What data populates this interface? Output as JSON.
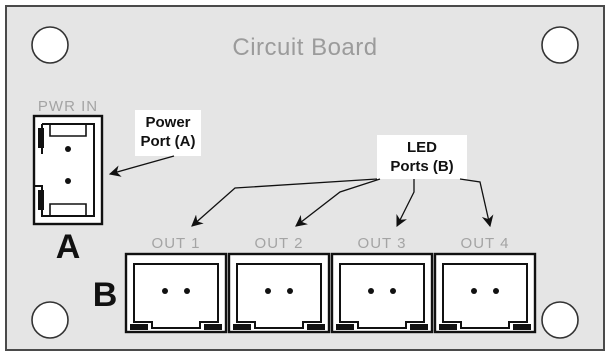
{
  "board": {
    "title": "Circuit Board",
    "fill_color": "#e5e5e5",
    "border_color": "#4a4a4a"
  },
  "power_connector": {
    "silk_label": "PWR IN",
    "letter": "A",
    "pins": 2
  },
  "output_connectors": {
    "letter": "B",
    "items": [
      {
        "silk_label": "OUT 1",
        "pins": 2
      },
      {
        "silk_label": "OUT 2",
        "pins": 2
      },
      {
        "silk_label": "OUT 3",
        "pins": 2
      },
      {
        "silk_label": "OUT 4",
        "pins": 2
      }
    ]
  },
  "callouts": {
    "power": {
      "line1": "Power",
      "line2": "Port (A)"
    },
    "led": {
      "line1": "LED",
      "line2": "Ports (B)"
    }
  },
  "icons": {
    "mounting_hole": "circle",
    "arrow": "arrowhead"
  }
}
